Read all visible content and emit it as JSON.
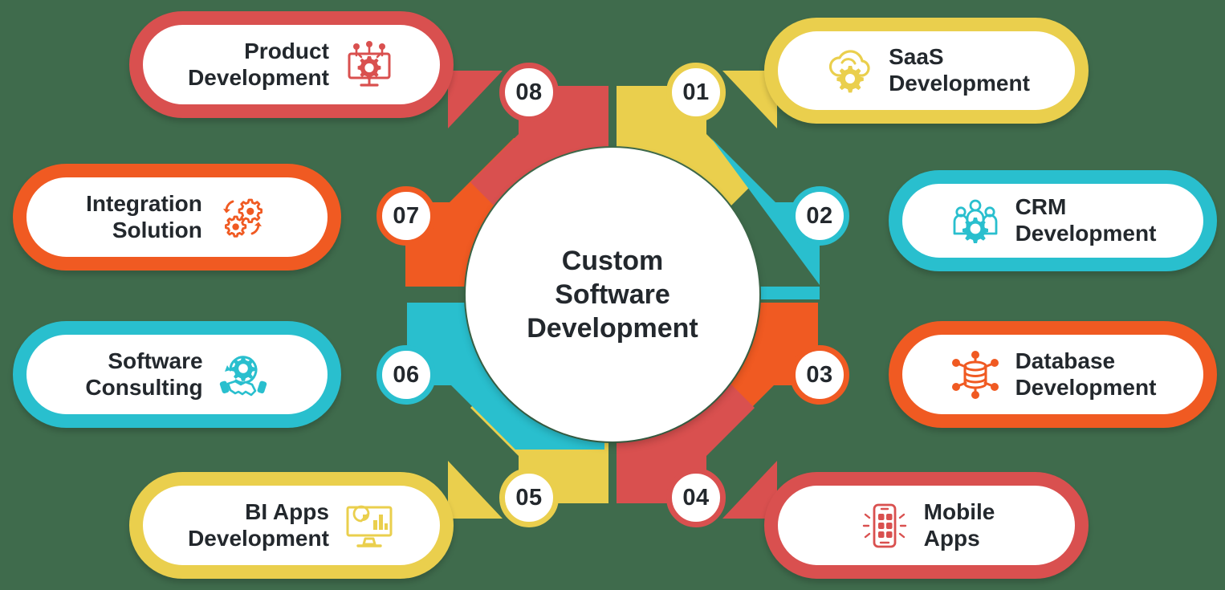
{
  "background_color": "#3f6b4c",
  "hub": {
    "title": "Custom\nSoftware\nDevelopment"
  },
  "palette": {
    "yellow": "#EACF4D",
    "cyan": "#29BFCE",
    "orange": "#F05A22",
    "red": "#D9504F",
    "text": "#23282d",
    "card_bg": "#ffffff"
  },
  "segments": [
    {
      "number": "01",
      "label": "SaaS\nDevelopment",
      "color": "#EACF4D",
      "icon": "cloud-gear-icon",
      "side": "right"
    },
    {
      "number": "02",
      "label": "CRM\nDevelopment",
      "color": "#29BFCE",
      "icon": "people-gear-icon",
      "side": "right"
    },
    {
      "number": "03",
      "label": "Database\nDevelopment",
      "color": "#F05A22",
      "icon": "database-network-icon",
      "side": "right"
    },
    {
      "number": "04",
      "label": "Mobile\nApps",
      "color": "#D9504F",
      "icon": "mobile-phone-icon",
      "side": "right"
    },
    {
      "number": "05",
      "label": "BI Apps\nDevelopment",
      "color": "#EACF4D",
      "icon": "monitor-chart-icon",
      "side": "left"
    },
    {
      "number": "06",
      "label": "Software\nConsulting",
      "color": "#29BFCE",
      "icon": "handshake-gear-icon",
      "side": "left"
    },
    {
      "number": "07",
      "label": "Integration\nSolution",
      "color": "#F05A22",
      "icon": "two-gears-arrows-icon",
      "side": "left"
    },
    {
      "number": "08",
      "label": "Product\nDevelopment",
      "color": "#D9504F",
      "icon": "monitor-gear-circuit-icon",
      "side": "left"
    }
  ]
}
